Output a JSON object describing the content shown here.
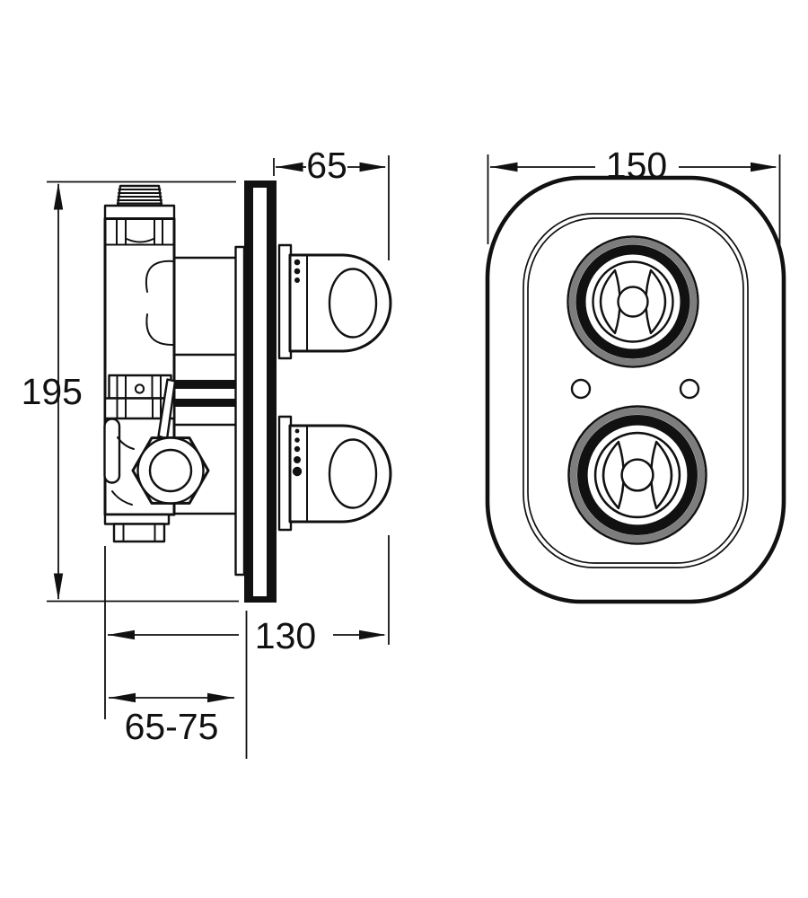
{
  "diagram": {
    "type": "technical-installation-drawing",
    "views": {
      "left": "side-section-view",
      "right": "front-faceplate-view"
    },
    "dimensions": {
      "overall_height": "195",
      "front_projection": "65",
      "faceplate_width": "150",
      "overall_depth": "130",
      "recess_depth_range": "65-75"
    },
    "colors": {
      "line": "#111111",
      "knob_ring_gray": "#7d7d7d",
      "background": "#ffffff"
    }
  }
}
